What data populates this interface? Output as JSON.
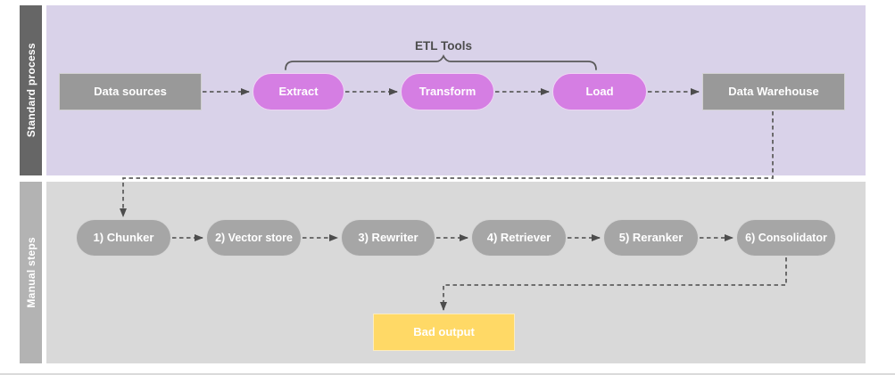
{
  "diagram_title": "ETL standard process vs manual steps flow",
  "lanes": [
    {
      "label": "Standard process"
    },
    {
      "label": "Manual steps"
    }
  ],
  "standard_process": {
    "data_sources_label": "Data sources",
    "etl_group_label": "ETL Tools",
    "extract_label": "Extract",
    "transform_label": "Transform",
    "load_label": "Load",
    "data_warehouse_label": "Data Warehouse"
  },
  "manual_steps": {
    "steps": [
      "1) Chunker",
      "2) Vector store",
      "3) Rewriter",
      "4) Retriever",
      "5) Reranker",
      "6) Consolidator"
    ],
    "bad_output_label": "Bad output"
  },
  "colors": {
    "lane1_background": "#d9d2e9",
    "lane1_label_bar": "#666666",
    "lane2_background": "#d9d9d9",
    "lane2_label_bar": "#b3b3b3",
    "etl_pill": "#d57ee3",
    "gray_box": "#999999",
    "gray_pill": "#a6a6a6",
    "bad_output_box": "#ffd966",
    "connector": "#5f5f5f"
  }
}
